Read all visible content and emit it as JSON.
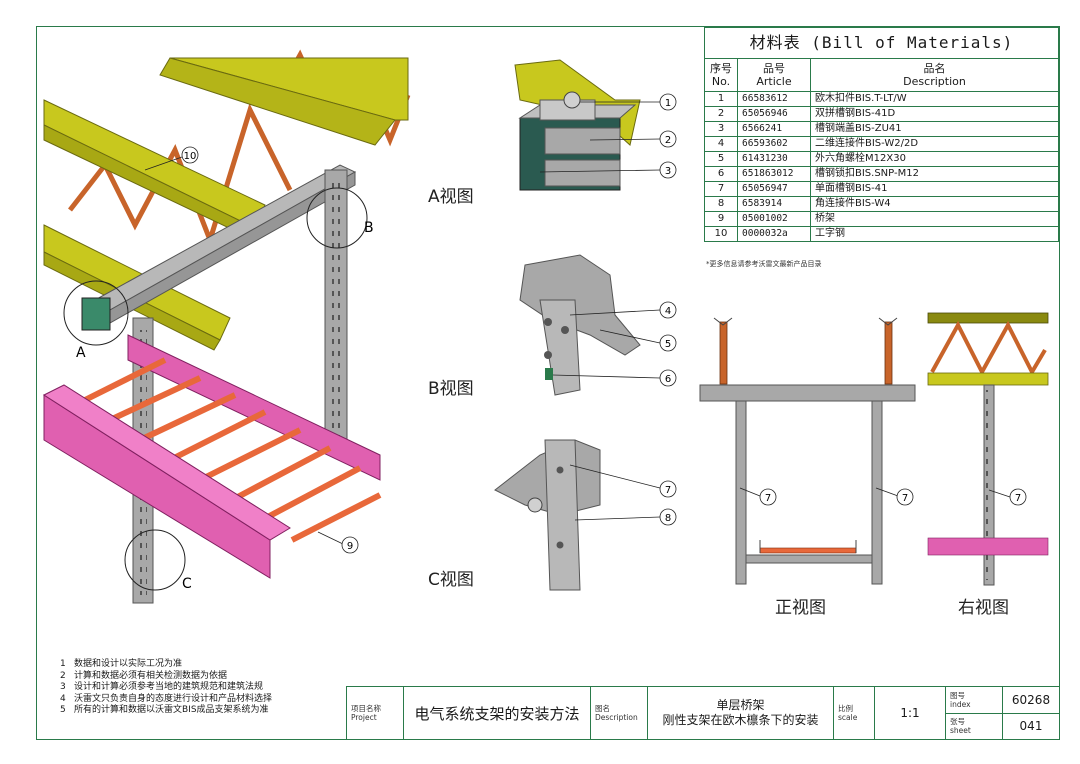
{
  "bom": {
    "title": "材料表 (Bill of Materials)",
    "headers": {
      "no_cn": "序号",
      "no_en": "No.",
      "article_cn": "品号",
      "article_en": "Article",
      "desc_cn": "品名",
      "desc_en": "Description"
    },
    "rows": [
      {
        "no": "1",
        "article": "66583612",
        "desc": "欧木扣件BIS.T-LT/W"
      },
      {
        "no": "2",
        "article": "65056946",
        "desc": "双拼槽钢BIS-41D"
      },
      {
        "no": "3",
        "article": "6566241",
        "desc": "槽钢端盖BIS-ZU41"
      },
      {
        "no": "4",
        "article": "66593602",
        "desc": "二维连接件BIS-W2/2D"
      },
      {
        "no": "5",
        "article": "61431230",
        "desc": "外六角螺栓M12X30"
      },
      {
        "no": "6",
        "article": "651863012",
        "desc": "槽钢锁扣BIS.SNP-M12"
      },
      {
        "no": "7",
        "article": "65056947",
        "desc": "单面槽钢BIS-41"
      },
      {
        "no": "8",
        "article": "6583914",
        "desc": "角连接件BIS-W4"
      },
      {
        "no": "9",
        "article": "05001002",
        "desc": "桥架"
      },
      {
        "no": "10",
        "article": "0000032a",
        "desc": "工字钢"
      }
    ],
    "note": "*更多信息请参考沃雷文最新产品目录"
  },
  "views": {
    "a": "A视图",
    "b": "B视图",
    "c": "C视图",
    "front": "正视图",
    "right": "右视图",
    "detail_a": "A",
    "detail_b": "B",
    "detail_c": "C"
  },
  "callouts": [
    "1",
    "2",
    "3",
    "4",
    "5",
    "6",
    "7",
    "8",
    "9",
    "10"
  ],
  "notes": [
    {
      "num": "1",
      "text": "数据和设计以实际工况为准"
    },
    {
      "num": "2",
      "text": "计算和数据必须有相关检测数据为依据"
    },
    {
      "num": "3",
      "text": "设计和计算必须参考当地的建筑规范和建筑法规"
    },
    {
      "num": "4",
      "text": "沃雷文只负责自身的态度进行设计和产品材料选择"
    },
    {
      "num": "5",
      "text": "所有的计算和数据以沃雷文BIS成品支架系统为准"
    }
  ],
  "title_block": {
    "project_label_cn": "项目名称",
    "project_label_en": "Project",
    "project_value": "电气系统支架的安装方法",
    "desc_label_cn": "图名",
    "desc_label_en": "Description",
    "desc_line1": "单层桥架",
    "desc_line2": "刚性支架在欧木檩条下的安装",
    "scale_label_cn": "比例",
    "scale_label_en": "scale",
    "scale_value": "1:1",
    "index_label_cn": "图号",
    "index_label_en": "index",
    "index_value": "60268",
    "sheet_label_cn": "张号",
    "sheet_label_en": "sheet",
    "sheet_value": "041"
  },
  "colors": {
    "frame": "#2a7a4a",
    "purlin": "#c8c81e",
    "truss": "#c8642a",
    "steel": "#a0a0a0",
    "tray": "#e060b0",
    "rung": "#e8683a"
  }
}
